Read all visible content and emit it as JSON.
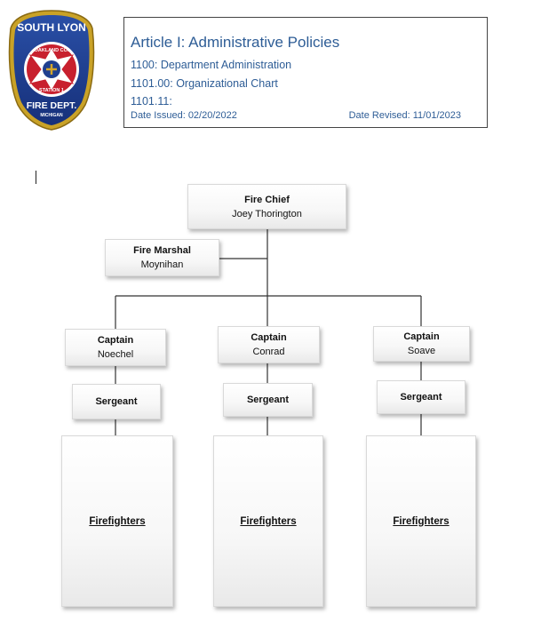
{
  "logo": {
    "top_text": "SOUTH LYON",
    "county_text": "OAKLAND CO.",
    "station_text": "STATION 1",
    "dept_text": "FIRE DEPT.",
    "state_text": "MICHIGAN",
    "colors": {
      "blue": "#1f3f8f",
      "red": "#c8202e",
      "gold": "#d4a62a"
    }
  },
  "header": {
    "title": "Article I: Administrative Policies",
    "line1": "1100: Department Administration",
    "line2": "1101.00: Organizational Chart",
    "line3": "1101.11:",
    "date_issued": "Date Issued: 02/20/2022",
    "date_revised": "Date Revised: 11/01/2023",
    "accent_color": "#2e5d96"
  },
  "org_chart": {
    "chief": {
      "role": "Fire Chief",
      "name": "Joey Thorington"
    },
    "marshal": {
      "role": "Fire Marshal",
      "name": "Moynihan"
    },
    "captains": [
      {
        "role": "Captain",
        "name": "Noechel"
      },
      {
        "role": "Captain",
        "name": "Conrad"
      },
      {
        "role": "Captain",
        "name": "Soave"
      }
    ],
    "sergeants": [
      {
        "role": "Sergeant"
      },
      {
        "role": "Sergeant"
      },
      {
        "role": "Sergeant"
      }
    ],
    "firefighters": [
      {
        "role": "Firefighters"
      },
      {
        "role": "Firefighters"
      },
      {
        "role": "Firefighters"
      }
    ]
  }
}
